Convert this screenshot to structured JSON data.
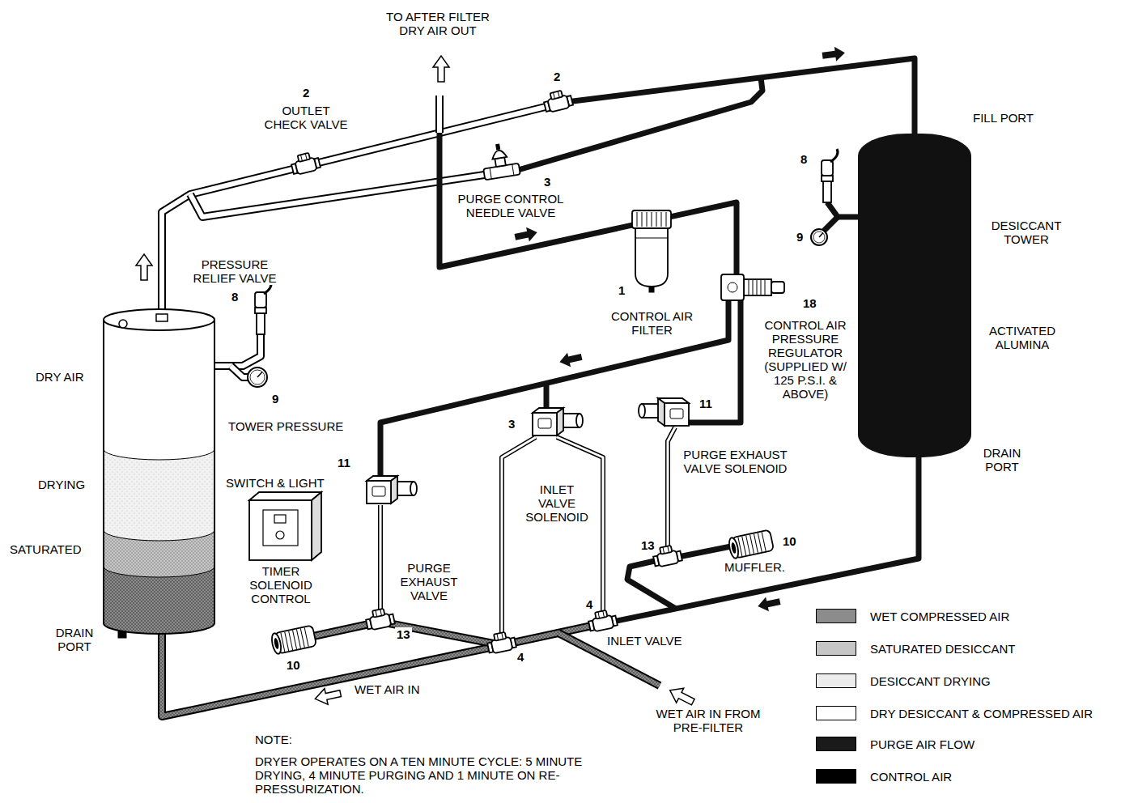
{
  "diagram": {
    "labels": [
      "TO AFTER FILTER DRY AIR OUT",
      "2",
      "OUTLET CHECK VALVE",
      "2",
      "3",
      "PURGE CONTROL NEEDLE VALVE",
      "PRESSURE RELIEF VALVE",
      "8",
      "FILL PORT",
      "8",
      "9",
      "DESICCANT TOWER",
      "1",
      "CONTROL AIR FILTER",
      "18",
      "CONTROL AIR PRESSURE REGULATOR (SUPPLIED W/ 125 P.S.I. & ABOVE)",
      "ACTIVATED ALUMINA",
      "DRY AIR",
      "9",
      "TOWER PRESSURE",
      "11",
      "SWITCH & LIGHT",
      "3",
      "INLET VALVE SOLENOID",
      "11",
      "PURGE EXHAUST VALVE SOLENOID",
      "DRAIN PORT",
      "DRYING",
      "SATURATED",
      "TIMER SOLENOID CONTROL",
      "PURGE EXHAUST VALVE",
      "13",
      "10",
      "MUFFLER.",
      "4",
      "INLET VALVE",
      "DRAIN PORT",
      "13",
      "10",
      "4",
      "WET AIR IN",
      "WET AIR IN FROM PRE-FILTER",
      "NOTE:",
      "DRYER OPERATES ON A TEN MINUTE CYCLE: 5 MINUTE DRYING, 4 MINUTE PURGING AND 1 MINUTE ON RE-PRESSURIZATION."
    ],
    "legend": [
      {
        "text": "WET COMPRESSED AIR",
        "color": "#8c8c8c"
      },
      {
        "text": "SATURATED DESICCANT",
        "color": "#c6c6c6"
      },
      {
        "text": "DESICCANT DRYING",
        "color": "#ececec"
      },
      {
        "text": "DRY DESICCANT & COMPRESSED AIR",
        "color": "#ffffff"
      },
      {
        "text": "PURGE AIR FLOW",
        "color": "#1a1a1a"
      },
      {
        "text": "CONTROL AIR",
        "color": "#000000"
      }
    ]
  }
}
